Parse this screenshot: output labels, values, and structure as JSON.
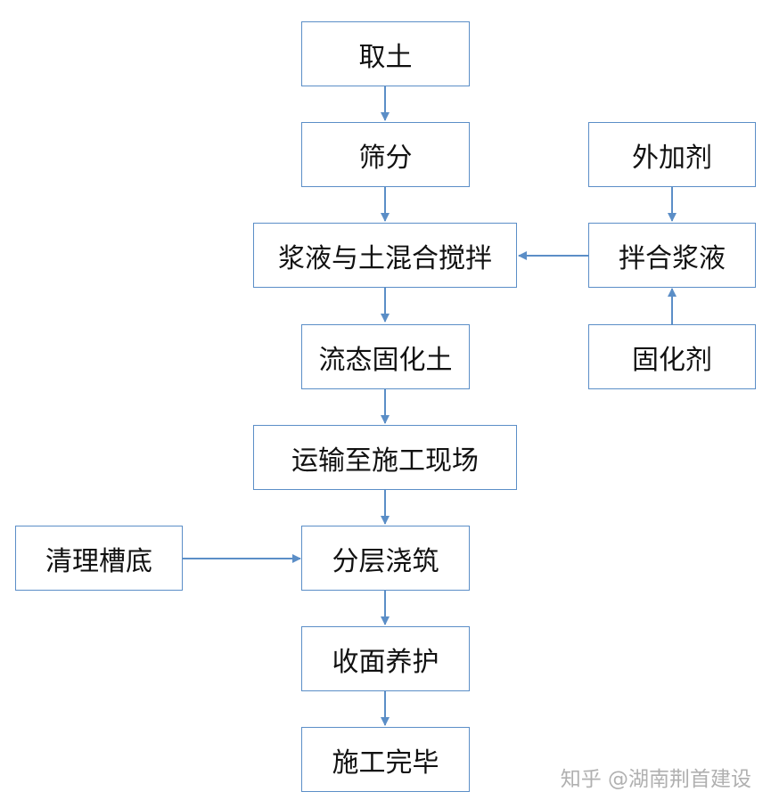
{
  "steps": {
    "take_soil": "取土",
    "sieve": "筛分",
    "mix_slurry_soil": "浆液与土混合搅拌",
    "flowable_soil": "流态固化土",
    "transport": "运输至施工现场",
    "layered_pour": "分层浇筑",
    "finish_cure": "收面养护",
    "complete": "施工完毕"
  },
  "side_inputs": {
    "admixture": "外加剂",
    "mix_slurry": "拌合浆液",
    "curing_agent": "固化剂",
    "clean_trench": "清理槽底"
  },
  "watermark": "知乎 @湖南荆首建设",
  "colors": {
    "border": "#5b8ec7",
    "arrow": "#5b8ec7",
    "text": "#111111"
  }
}
